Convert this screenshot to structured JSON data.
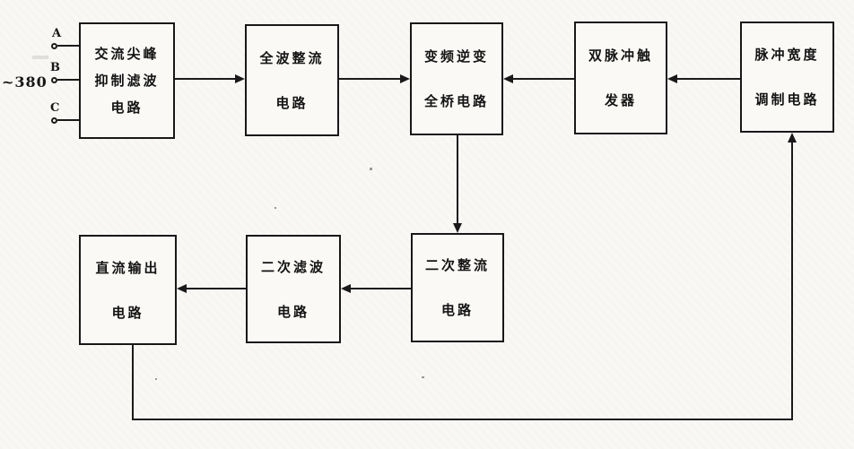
{
  "diagram": {
    "title_semantic": "induction-power-supply-block-diagram",
    "colors": {
      "line": "#1a1a1a",
      "paper": "#f9f8f5",
      "text": "#141414"
    },
    "inputs": {
      "phase_a_label": "A",
      "phase_b_label": "B",
      "phase_c_label": "C",
      "supply_label": "~380"
    },
    "blocks": [
      {
        "name": "ac-spike-suppression-filter",
        "lines": [
          "交流尖峰",
          "抑制滤波",
          "电路"
        ]
      },
      {
        "name": "full-wave-rectifier",
        "lines": [
          "全波整流",
          "电路"
        ]
      },
      {
        "name": "variable-freq-inverter-bridge",
        "lines": [
          "变频逆变",
          "全桥电路"
        ]
      },
      {
        "name": "double-pulse-trigger",
        "lines": [
          "双脉冲触",
          "发器"
        ]
      },
      {
        "name": "pulse-width-modulation",
        "lines": [
          "脉冲宽度",
          "调制电路"
        ]
      },
      {
        "name": "dc-output-circuit",
        "lines": [
          "直流输出",
          "电路"
        ]
      },
      {
        "name": "secondary-filter",
        "lines": [
          "二次滤波",
          "电路"
        ]
      },
      {
        "name": "secondary-rectifier",
        "lines": [
          "二次整流",
          "电路"
        ]
      }
    ]
  }
}
